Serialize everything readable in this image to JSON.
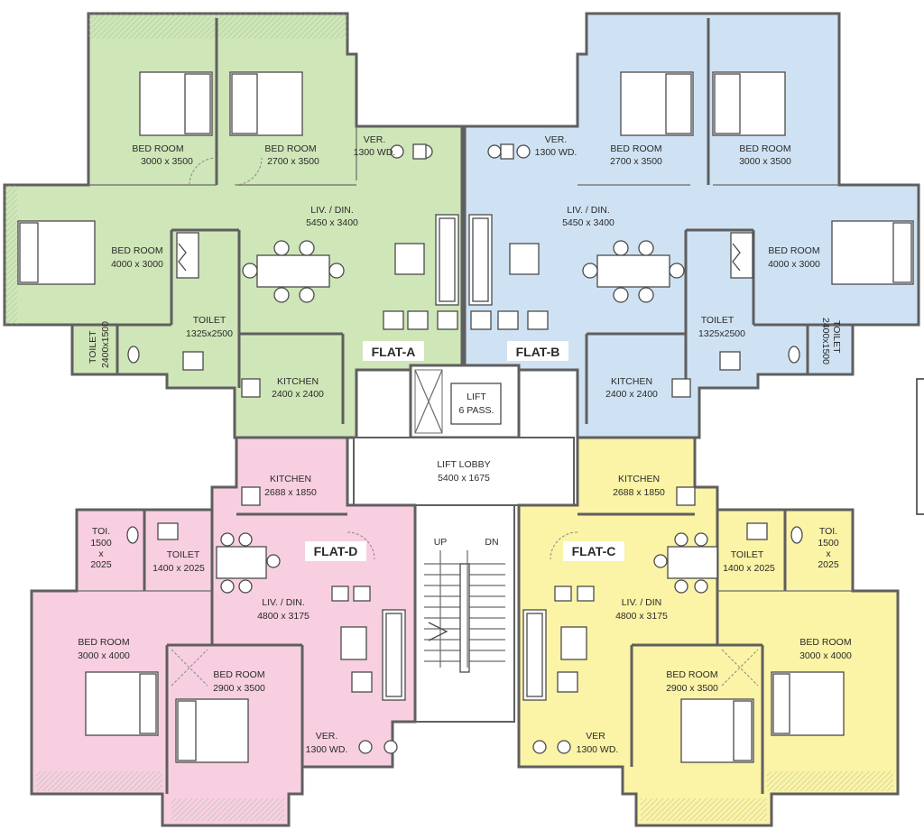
{
  "colors": {
    "flat_a": "#cfe6b8",
    "flat_b": "#cfe2f3",
    "flat_c": "#fbf3a6",
    "flat_d": "#f7cfe0",
    "common": "#ffffff",
    "balcony": "#dfe9dc",
    "wall": "#5f5f5f"
  },
  "flats": {
    "a": {
      "tag": "FLAT-A",
      "bed1": {
        "name": "BED ROOM",
        "size": "3000 x 3500"
      },
      "bed2": {
        "name": "BED ROOM",
        "size": "2700 x 3500"
      },
      "bed3": {
        "name": "BED ROOM",
        "size": "4000 x 3000"
      },
      "ver": {
        "name": "VER.",
        "size": "1300 WD."
      },
      "liv": {
        "name": "LIV. / DIN.",
        "size": "5450 x 3400"
      },
      "toilet1": {
        "name": "TOILET",
        "size": "1325x2500"
      },
      "toilet2": {
        "name": "TOILET",
        "size": "2400x1500"
      },
      "kitchen": {
        "name": "KITCHEN",
        "size": "2400 x 2400"
      }
    },
    "b": {
      "tag": "FLAT-B",
      "bed1": {
        "name": "BED ROOM",
        "size": "2700 x 3500"
      },
      "bed2": {
        "name": "BED ROOM",
        "size": "3000 x 3500"
      },
      "bed3": {
        "name": "BED ROOM",
        "size": "4000 x 3000"
      },
      "ver": {
        "name": "VER.",
        "size": "1300 WD."
      },
      "liv": {
        "name": "LIV. / DIN.",
        "size": "5450 x 3400"
      },
      "toilet1": {
        "name": "TOILET",
        "size": "1325x2500"
      },
      "toilet2": {
        "name": "TOILET",
        "size": "2400x1500"
      },
      "kitchen": {
        "name": "KITCHEN",
        "size": "2400 x 2400"
      }
    },
    "c": {
      "tag": "FLAT-C",
      "kitchen": {
        "name": "KITCHEN",
        "size": "2688 x 1850"
      },
      "toilet1": {
        "name": "TOILET",
        "size": "1400 x 2025"
      },
      "toi": {
        "name": "TOI.",
        "w": "1500",
        "x": "x",
        "h": "2025"
      },
      "liv": {
        "name": "LIV. / DIN",
        "size": "4800 x 3175"
      },
      "bed1": {
        "name": "BED ROOM",
        "size": "3000 x 4000"
      },
      "bed2": {
        "name": "BED ROOM",
        "size": "2900 x 3500"
      },
      "ver": {
        "name": "VER",
        "size": "1300 WD."
      }
    },
    "d": {
      "tag": "FLAT-D",
      "kitchen": {
        "name": "KITCHEN",
        "size": "2688 x 1850"
      },
      "toilet1": {
        "name": "TOILET",
        "size": "1400 x 2025"
      },
      "toi": {
        "name": "TOI.",
        "w": "1500",
        "x": "x",
        "h": "2025"
      },
      "liv": {
        "name": "LIV. / DIN.",
        "size": "4800 x 3175"
      },
      "bed1": {
        "name": "BED ROOM",
        "size": "3000 x 4000"
      },
      "bed2": {
        "name": "BED ROOM",
        "size": "2900 x 3500"
      },
      "ver": {
        "name": "VER.",
        "size": "1300 WD."
      }
    }
  },
  "core": {
    "lift": {
      "name": "LIFT",
      "cap": "6 PASS."
    },
    "lobby": {
      "name": "LIFT LOBBY",
      "size": "5400 x 1675"
    },
    "stair_up": "UP",
    "stair_dn": "DN"
  },
  "icons": [
    "bed-icon",
    "dining-table-icon",
    "sofa-icon",
    "armchair-icon",
    "wc-icon",
    "washbasin-icon",
    "sink-icon",
    "wardrobe-icon",
    "door-swing-icon"
  ]
}
